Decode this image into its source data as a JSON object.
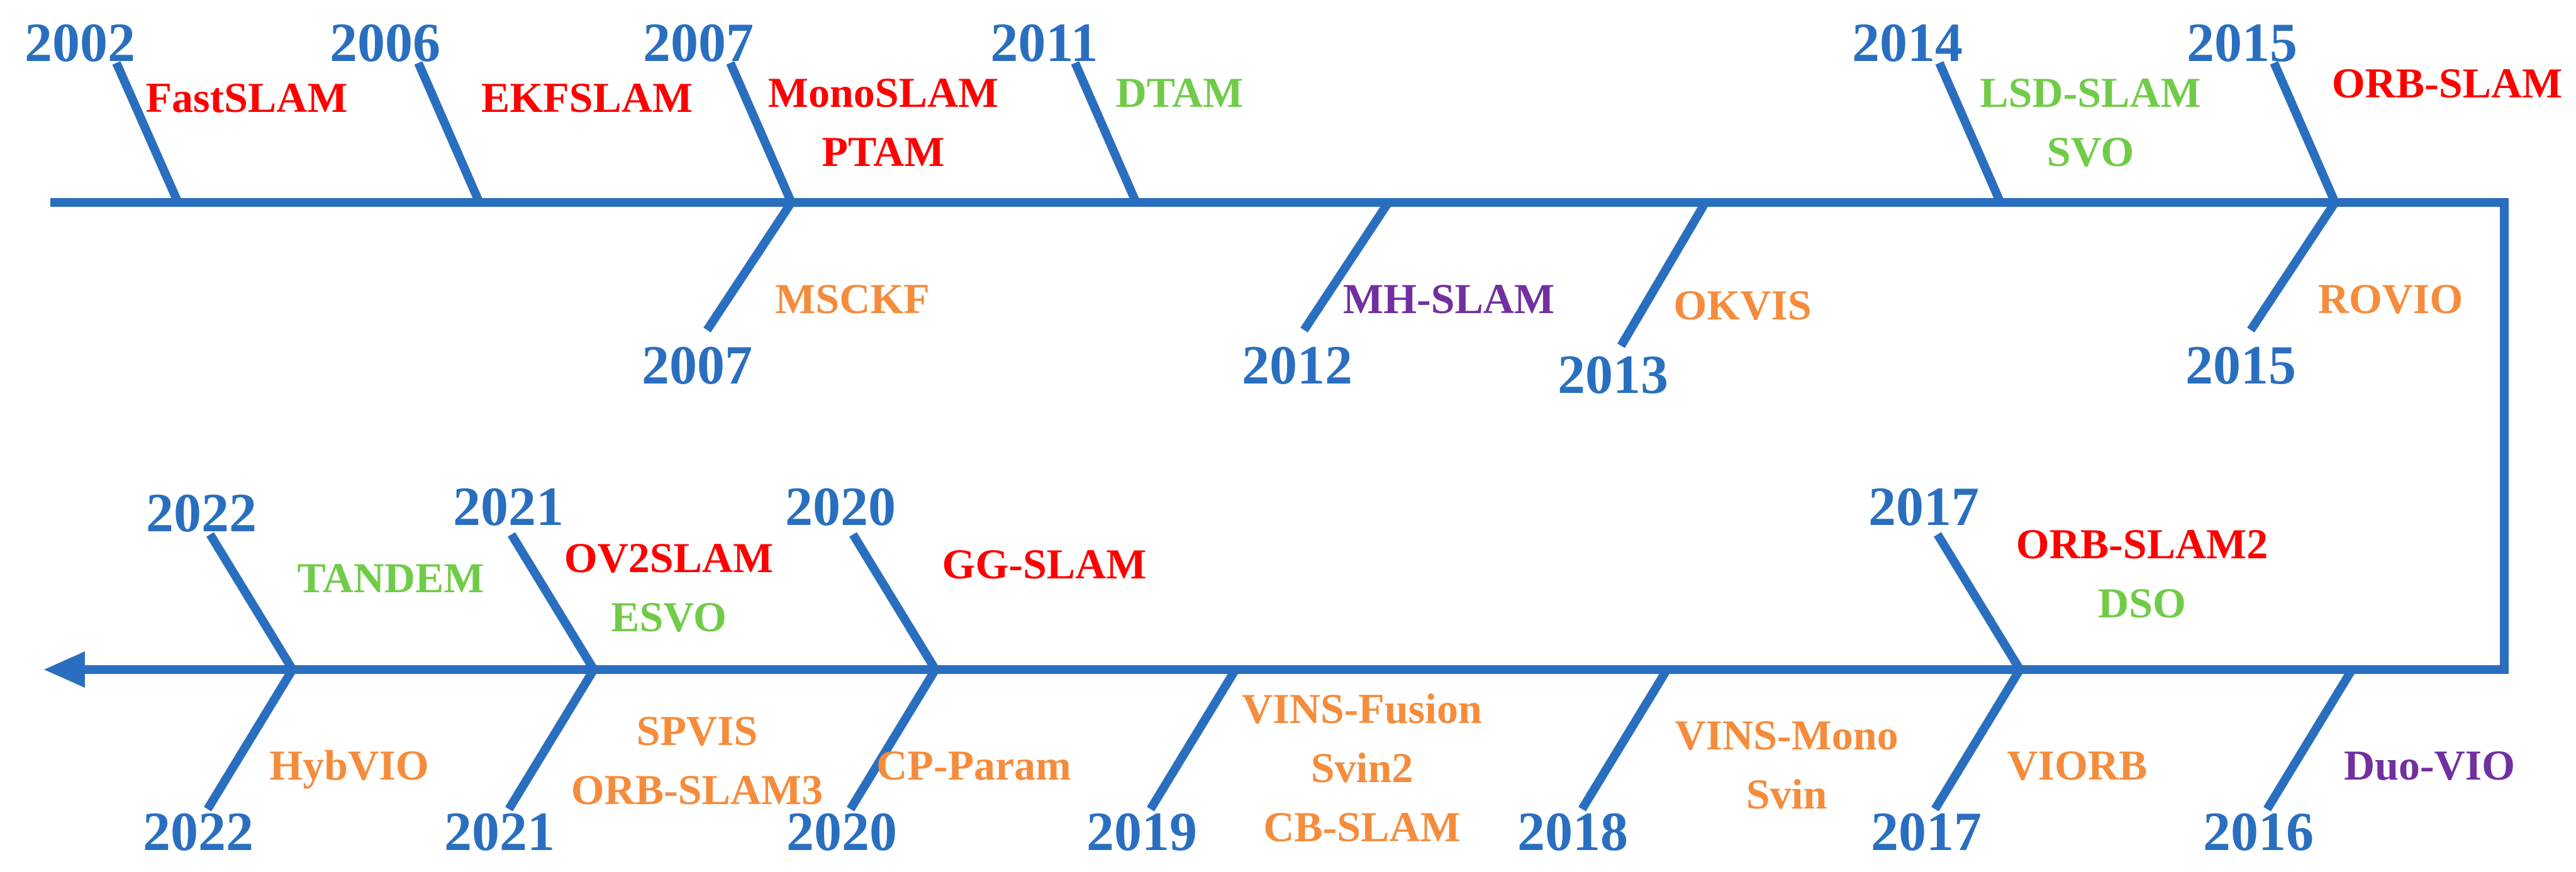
{
  "colors": {
    "line": "#2a6fbf",
    "year": "#2a6fbf",
    "red": "#ff0000",
    "green": "#70cc48",
    "orange": "#f58c3c",
    "purple": "#7030a0"
  },
  "top_row": {
    "above": [
      {
        "year": "2002",
        "methods": [
          {
            "name": "FastSLAM",
            "color": "red"
          }
        ]
      },
      {
        "year": "2006",
        "methods": [
          {
            "name": "EKFSLAM",
            "color": "red"
          }
        ]
      },
      {
        "year": "2007",
        "methods": [
          {
            "name": "MonoSLAM",
            "color": "red"
          },
          {
            "name": "PTAM",
            "color": "red"
          }
        ]
      },
      {
        "year": "2011",
        "methods": [
          {
            "name": "DTAM",
            "color": "green"
          }
        ]
      },
      {
        "year": "2014",
        "methods": [
          {
            "name": "LSD-SLAM",
            "color": "green"
          },
          {
            "name": "SVO",
            "color": "green"
          }
        ]
      },
      {
        "year": "2015",
        "methods": [
          {
            "name": "ORB-SLAM",
            "color": "red"
          }
        ]
      }
    ],
    "below": [
      {
        "year": "2007",
        "methods": [
          {
            "name": "MSCKF",
            "color": "orange"
          }
        ]
      },
      {
        "year": "2012",
        "methods": [
          {
            "name": "MH-SLAM",
            "color": "purple"
          }
        ]
      },
      {
        "year": "2013",
        "methods": [
          {
            "name": "OKVIS",
            "color": "orange"
          }
        ]
      },
      {
        "year": "2015",
        "methods": [
          {
            "name": "ROVIO",
            "color": "orange"
          }
        ]
      }
    ]
  },
  "bottom_row": {
    "above": [
      {
        "year": "2022",
        "methods": [
          {
            "name": "TANDEM",
            "color": "green"
          }
        ]
      },
      {
        "year": "2021",
        "methods": [
          {
            "name": "OV2SLAM",
            "color": "red"
          },
          {
            "name": "ESVO",
            "color": "green"
          }
        ]
      },
      {
        "year": "2020",
        "methods": [
          {
            "name": "GG-SLAM",
            "color": "red"
          }
        ]
      },
      {
        "year": "2017",
        "methods": [
          {
            "name": "ORB-SLAM2",
            "color": "red"
          },
          {
            "name": "DSO",
            "color": "green"
          }
        ]
      }
    ],
    "below": [
      {
        "year": "2022",
        "methods": [
          {
            "name": "HybVIO",
            "color": "orange"
          }
        ]
      },
      {
        "year": "2021",
        "methods": [
          {
            "name": "SPVIS",
            "color": "orange"
          },
          {
            "name": "ORB-SLAM3",
            "color": "orange"
          }
        ]
      },
      {
        "year": "2020",
        "methods": [
          {
            "name": "CP-Param",
            "color": "orange"
          }
        ]
      },
      {
        "year": "2019",
        "methods": [
          {
            "name": "VINS-Fusion",
            "color": "orange"
          },
          {
            "name": "Svin2",
            "color": "orange"
          },
          {
            "name": "CB-SLAM",
            "color": "orange"
          }
        ]
      },
      {
        "year": "2018",
        "methods": [
          {
            "name": "VINS-Mono",
            "color": "orange"
          },
          {
            "name": "Svin",
            "color": "orange"
          }
        ]
      },
      {
        "year": "2017",
        "methods": [
          {
            "name": "VIORB",
            "color": "orange"
          }
        ]
      },
      {
        "year": "2016",
        "methods": [
          {
            "name": "Duo-VIO",
            "color": "purple"
          }
        ]
      }
    ]
  }
}
